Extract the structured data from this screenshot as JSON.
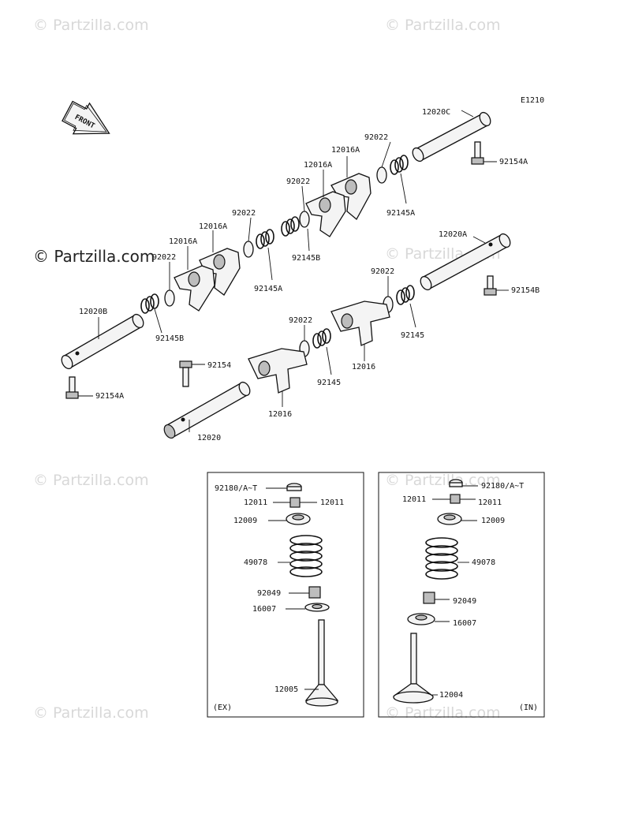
{
  "watermark": "© Partzilla.com",
  "diagram_code": "E1210",
  "front_label": "FRONT",
  "labels": {
    "p12020C": "12020C",
    "p92154A_top": "92154A",
    "p92022_a": "92022",
    "p12016A_a": "12016A",
    "p12016A_b": "12016A",
    "p92145A_a": "92145A",
    "p92022_b": "92022",
    "p92145B_a": "92145B",
    "p92022_c": "92022",
    "p12016A_c": "12016A",
    "p12016A_d": "12016A",
    "p92145A_b": "92145A",
    "p92022_d": "92022",
    "p12020B": "12020B",
    "p92145B_b": "92145B",
    "p92154A_bot": "92154A",
    "p12020A": "12020A",
    "p92154B": "92154B",
    "p92022_e": "92022",
    "p92145_a": "92145",
    "p92022_f": "92022",
    "p12016_a": "12016",
    "p92145_b": "92145",
    "p92154": "92154",
    "p12016_b": "12016",
    "p12020": "12020"
  },
  "ex_box": {
    "tag": "(EX)",
    "p92180": "92180/A~T",
    "p12011_l": "12011",
    "p12011_r": "12011",
    "p12009": "12009",
    "p49078": "49078",
    "p92049": "92049",
    "p16007": "16007",
    "p12005": "12005"
  },
  "in_box": {
    "tag": "(IN)",
    "p92180": "92180/A~T",
    "p12011_l": "12011",
    "p12011_r": "12011",
    "p12009": "12009",
    "p49078": "49078",
    "p92049": "92049",
    "p16007": "16007",
    "p12004": "12004"
  }
}
